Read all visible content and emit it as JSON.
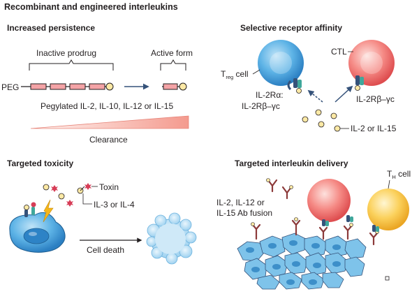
{
  "figure": {
    "title": "Recombinant and engineered interleukins",
    "panels": {
      "increased_persistence": {
        "title": "Increased persistence",
        "inactive_label": "Inactive prodrug",
        "active_label": "Active form",
        "peg_label": "PEG",
        "caption": "Pegylated IL-2, IL-10, IL-12 or IL-15",
        "clearance_label": "Clearance"
      },
      "selective_affinity": {
        "title": "Selective receptor affinity",
        "treg_label_main": "T",
        "treg_label_sub": "reg",
        "treg_label_suffix": " cell",
        "ctl_label": "CTL",
        "receptor_left_line1": "IL-2Rα:",
        "receptor_left_line2": "IL-2Rβ–γc",
        "receptor_right": "IL-2Rβ–γc",
        "ligand_label": "IL-2 or IL-15"
      },
      "targeted_toxicity": {
        "title": "Targeted toxicity",
        "toxin_label": "Toxin",
        "ligand_label": "IL-3 or IL-4",
        "outcome_label": "Cell death"
      },
      "targeted_delivery": {
        "title": "Targeted interleukin delivery",
        "th_label_main": "T",
        "th_label_sub": "H",
        "th_label_suffix": " cell",
        "fusion_line1": "IL-2, IL-12 or",
        "fusion_line2": "IL-15 Ab fusion"
      }
    },
    "colors": {
      "prodrug_segment": "#f4a3a6",
      "ligand": "#fde9a5",
      "treg_cell": "#4aa3df",
      "ctl_cell": "#f36f6f",
      "th_cell": "#f7c43d",
      "target_cell": "#7ec3ea",
      "receptor_teal": "#3fa79b",
      "receptor_navy": "#35527a",
      "antibody": "#8c3a3a",
      "toxin": "#d73d57",
      "toxin_lightning": "#f5b61a"
    }
  }
}
